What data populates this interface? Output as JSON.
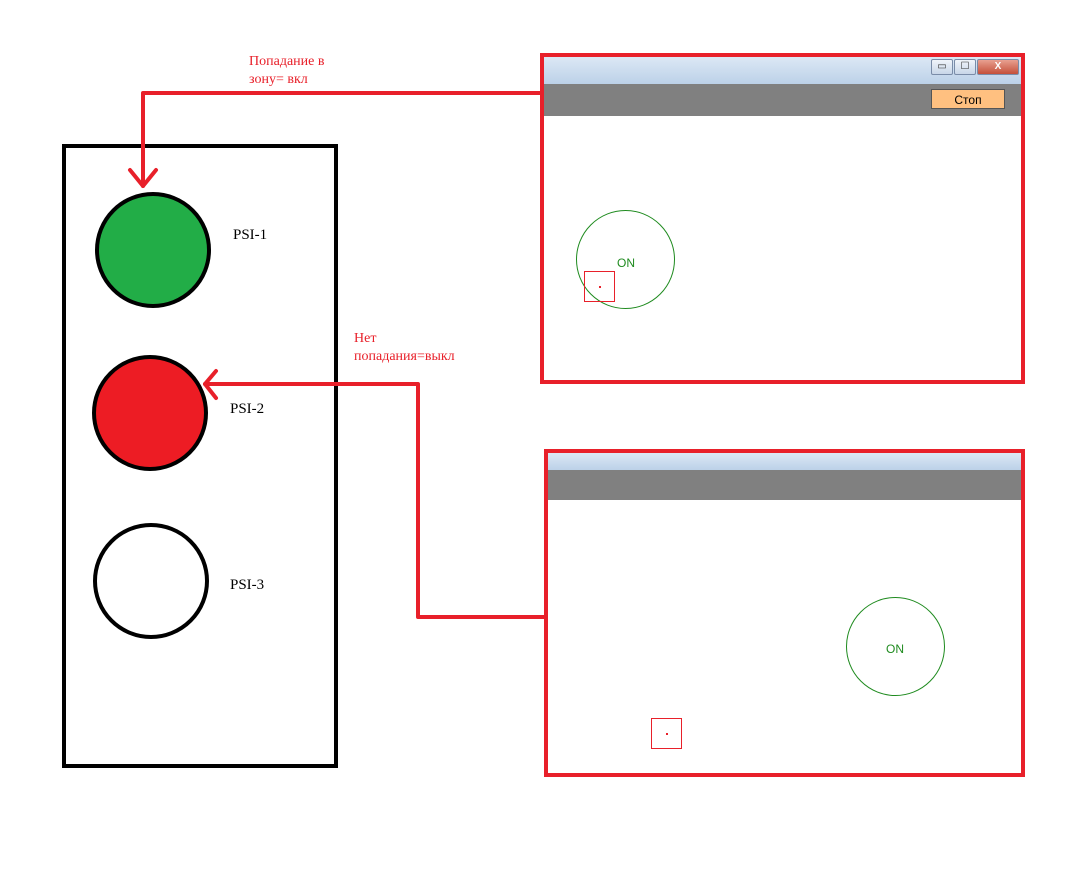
{
  "indicators": [
    {
      "label": "PSI-1",
      "fill": "#22ad47",
      "state": "on"
    },
    {
      "label": "PSI-2",
      "fill": "#ed1c24",
      "state": "off"
    },
    {
      "label": "PSI-3",
      "fill": "#ffffff",
      "state": "inactive"
    }
  ],
  "annotations": {
    "hit": "Попадание в\nзону= вкл",
    "miss": "Нет\nпопадания=выкл"
  },
  "window_top": {
    "controls": {
      "minimize": "▭",
      "maximize": "☐",
      "close": "X"
    },
    "stop_button": "Стоп",
    "zone_label": "ON"
  },
  "window_bottom": {
    "zone_label": "ON"
  },
  "colors": {
    "annotation": "#e8202a",
    "zone": "#1f8b1f",
    "toolbar": "#808080",
    "stop_button": "#ffc080"
  }
}
